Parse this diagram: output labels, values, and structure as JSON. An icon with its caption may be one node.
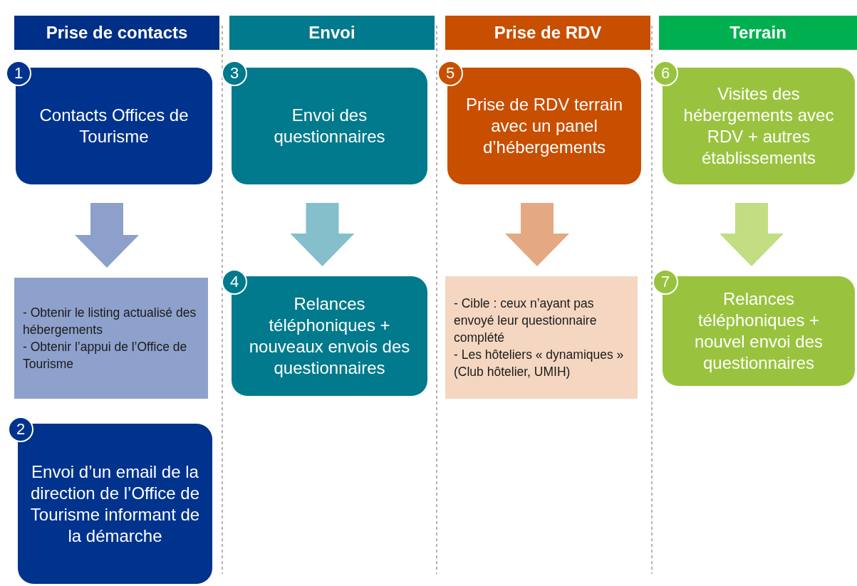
{
  "diagram": {
    "nodes": [
      {
        "text": [
          "Prise de contacts"
        ]
      },
      {
        "text": [
          "Envoi"
        ]
      },
      {
        "text": [
          "Prise de RDV"
        ]
      },
      {
        "text": [
          "Terrain"
        ]
      },
      {
        "text": [
          "1",
          "Contacts Offices de Tourisme"
        ]
      },
      {
        "text": [
          "- Obtenir le listing actualisé des hébergements",
          "- Obtenir l’appui de l’Office de Tourisme"
        ]
      },
      {
        "text": [
          "2",
          "Envoi d’un email de la direction de l’Office de Tourisme informant de la démarche"
        ]
      },
      {
        "text": [
          "3",
          "Envoi des questionnaires"
        ]
      },
      {
        "text": [
          "4",
          "Relances téléphoniques + nouveaux envois des questionnaires"
        ]
      },
      {
        "text": [
          "5",
          "Prise de RDV terrain avec un panel d’hébergements"
        ]
      },
      {
        "text": [
          "- Cible : ceux n’ayant pas envoyé leur questionnaire complété",
          "- Les hôteliers « dynamiques » (Club hôtelier, UMIH)"
        ]
      },
      {
        "text": [
          "6",
          "Visites des hébergements avec RDV + autres établissements"
        ]
      },
      {
        "text": [
          "7",
          "Relances téléphoniques + nouvel envoi des questionnaires"
        ]
      }
    ],
    "edges": [
      {
        "from": 4,
        "to": 5,
        "arrow": "to",
        "color": "#8da0cb"
      },
      {
        "from": 7,
        "to": 8,
        "arrow": "to",
        "color": "#84bfcb"
      },
      {
        "from": 9,
        "to": 10,
        "arrow": "to",
        "color": "#e4a882"
      },
      {
        "from": 11,
        "to": 12,
        "arrow": "to",
        "color": "#c2dd82"
      }
    ]
  }
}
